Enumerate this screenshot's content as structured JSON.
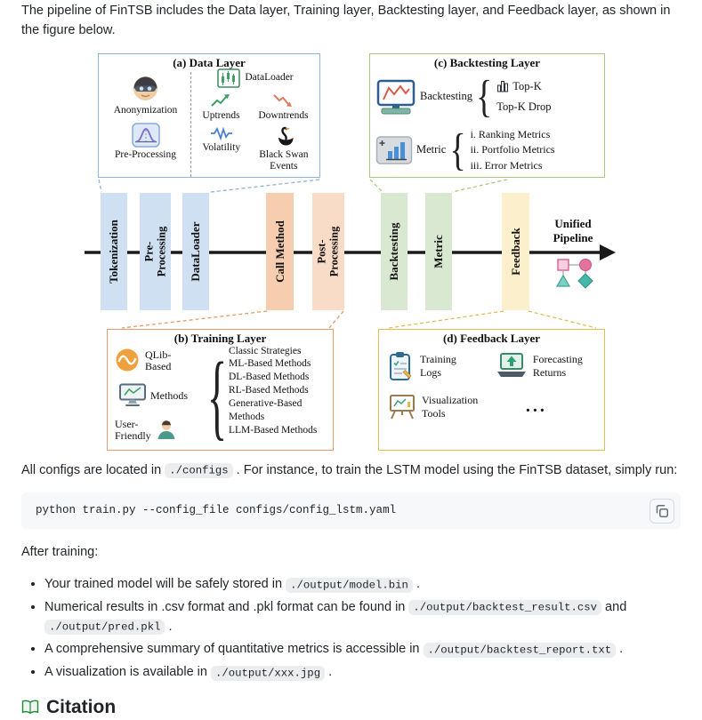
{
  "intro": "The pipeline of FinTSB includes the Data layer, Training layer, Backtesting layer, and Feedback layer, as shown in the figure below.",
  "figure": {
    "brace": "{",
    "accent_colors": {
      "data_layer": "#8fb4d9",
      "training_layer": "#e89a66",
      "backtesting_layer": "#a9c97e",
      "feedback_layer": "#e3bc4f"
    },
    "data_layer": {
      "title": "(a) Data Layer",
      "anonymization": "Anonymization",
      "preprocessing": "Pre-Processing",
      "dataloader": "DataLoader",
      "uptrends": "Uptrends",
      "downtrends": "Downtrends",
      "volatility": "Volatility",
      "black_swan": "Black Swan\nEvents"
    },
    "backtesting_layer": {
      "title": "(c) Backtesting Layer",
      "backtesting": "Backtesting",
      "top_k": "Top-K",
      "top_k_drop": "Top-K Drop",
      "metric": "Metric",
      "metric_items": [
        "i. Ranking Metrics",
        "ii. Portfolio Metrics",
        "iii. Error Metrics"
      ]
    },
    "training_layer": {
      "title": "(b) Training Layer",
      "qlib": "QLib-\nBased",
      "methods": "Methods",
      "user_friendly": "User-\nFriendly",
      "method_items": [
        "Classic Strategies",
        "ML-Based Methods",
        "DL-Based Methods",
        "RL-Based Methods",
        "Generative-Based Methods",
        "LLM-Based Methods"
      ]
    },
    "feedback_layer": {
      "title": "(d) Feedback Layer",
      "training_logs": "Training\nLogs",
      "forecasting_returns": "Forecasting\nReturns",
      "visualization_tools": "Visualization\nTools",
      "more": "..."
    },
    "pipeline": {
      "stages": [
        {
          "label": "Tokenization",
          "color": "#cfe0f2"
        },
        {
          "label": "Pre-\nProcessing",
          "color": "#cfe0f2"
        },
        {
          "label": "DataLoader",
          "color": "#cfe0f2"
        },
        {
          "label": "Call Method",
          "color": "#f7cdb0"
        },
        {
          "label": "Post-\nProcessing",
          "color": "#f9dcc7"
        },
        {
          "label": "Backtesting",
          "color": "#d9e8d0"
        },
        {
          "label": "Metric",
          "color": "#d9e8d0"
        },
        {
          "label": "Feedback",
          "color": "#fbf0cb"
        }
      ],
      "unified": "Unified\nPipeline"
    }
  },
  "configs_para": {
    "before": "All configs are located in ",
    "code": "./configs",
    "after": " . For instance, to train the LSTM model using the FinTSB dataset, simply run:"
  },
  "code_block": "python train.py --config_file configs/config_lstm.yaml",
  "after_training": "After training:",
  "bullets": [
    {
      "pre": "Your trained model will be safely stored in ",
      "code1": "./output/model.bin",
      "post": " ."
    },
    {
      "pre": "Numerical results in .csv format and .pkl format can be found in ",
      "code1": "./output/backtest_result.csv",
      "mid": " and ",
      "code2": "./output/pred.pkl",
      "post": " ."
    },
    {
      "pre": "A comprehensive summary of quantitative metrics is accessible in ",
      "code1": "./output/backtest_report.txt",
      "post": " ."
    },
    {
      "pre": "A visualization is available in ",
      "code1": "./output/xxx.jpg",
      "post": " ."
    }
  ],
  "citation_title": "Citation"
}
